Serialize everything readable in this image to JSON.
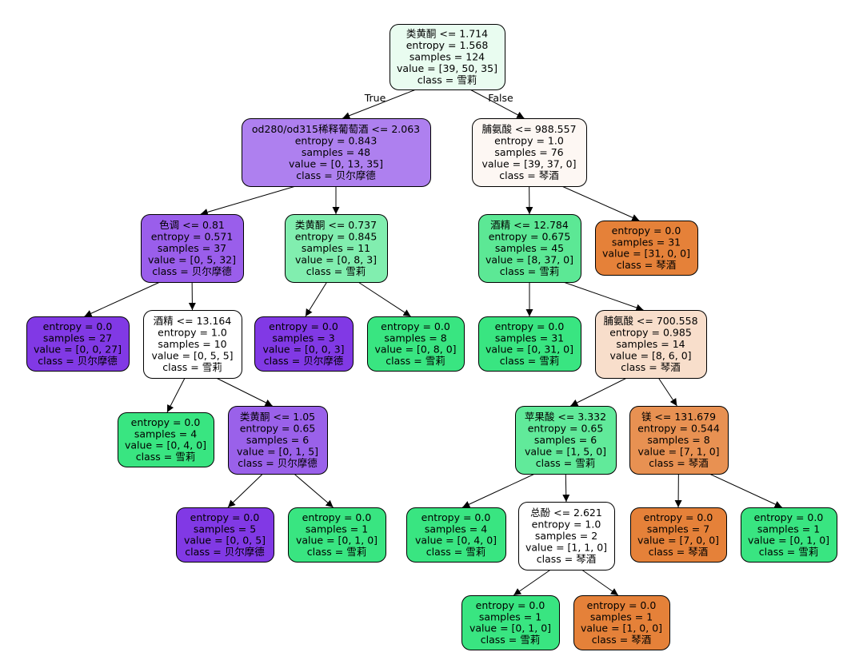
{
  "tree": {
    "nodes": [
      {
        "id": "n0",
        "fill": "#e9fcf0",
        "lines": [
          "类黄酮 <= 1.714",
          "entropy = 1.568",
          "samples = 124",
          "value = [39, 50, 35]",
          "class = 雪莉"
        ]
      },
      {
        "id": "n1",
        "fill": "#ae80ef",
        "lines": [
          "od280/od315稀释葡萄酒 <= 2.063",
          "entropy = 0.843",
          "samples = 48",
          "value = [0, 13, 35]",
          "class = 贝尔摩德"
        ]
      },
      {
        "id": "n2",
        "fill": "#fdf7f3",
        "lines": [
          "脯氨酸 <= 988.557",
          "entropy = 1.0",
          "samples = 76",
          "value = [39, 37, 0]",
          "class = 琴酒"
        ]
      },
      {
        "id": "n3",
        "fill": "#9a5eeb",
        "lines": [
          "色调 <= 0.81",
          "entropy = 0.571",
          "samples = 37",
          "value = [0, 5, 32]",
          "class = 贝尔摩德"
        ]
      },
      {
        "id": "n4",
        "fill": "#81eeaf",
        "lines": [
          "类黄酮 <= 0.737",
          "entropy = 0.845",
          "samples = 11",
          "value = [0, 8, 3]",
          "class = 雪莉"
        ]
      },
      {
        "id": "n5",
        "fill": "#5ce895",
        "lines": [
          "酒精 <= 12.784",
          "entropy = 0.675",
          "samples = 45",
          "value = [8, 37, 0]",
          "class = 雪莉"
        ]
      },
      {
        "id": "n6",
        "fill": "#e58139",
        "lines": [
          "entropy = 0.0",
          "samples = 31",
          "value = [31, 0, 0]",
          "class = 琴酒"
        ]
      },
      {
        "id": "n7",
        "fill": "#8139e5",
        "lines": [
          "entropy = 0.0",
          "samples = 27",
          "value = [0, 0, 27]",
          "class = 贝尔摩德"
        ]
      },
      {
        "id": "n8",
        "fill": "#ffffff",
        "lines": [
          "酒精 <= 13.164",
          "entropy = 1.0",
          "samples = 10",
          "value = [0, 5, 5]",
          "class = 雪莉"
        ]
      },
      {
        "id": "n9",
        "fill": "#8139e5",
        "lines": [
          "entropy = 0.0",
          "samples = 3",
          "value = [0, 0, 3]",
          "class = 贝尔摩德"
        ]
      },
      {
        "id": "n10",
        "fill": "#39e581",
        "lines": [
          "entropy = 0.0",
          "samples = 8",
          "value = [0, 8, 0]",
          "class = 雪莉"
        ]
      },
      {
        "id": "n11",
        "fill": "#39e581",
        "lines": [
          "entropy = 0.0",
          "samples = 31",
          "value = [0, 31, 0]",
          "class = 雪莉"
        ]
      },
      {
        "id": "n12",
        "fill": "#f8decb",
        "lines": [
          "脯氨酸 <= 700.558",
          "entropy = 0.985",
          "samples = 14",
          "value = [8, 6, 0]",
          "class = 琴酒"
        ]
      },
      {
        "id": "n13",
        "fill": "#39e581",
        "lines": [
          "entropy = 0.0",
          "samples = 4",
          "value = [0, 4, 0]",
          "class = 雪莉"
        ]
      },
      {
        "id": "n14",
        "fill": "#9a61ea",
        "lines": [
          "类黄酮 <= 1.05",
          "entropy = 0.65",
          "samples = 6",
          "value = [0, 1, 5]",
          "class = 贝尔摩德"
        ]
      },
      {
        "id": "n15",
        "fill": "#61ea9a",
        "lines": [
          "苹果酸 <= 3.332",
          "entropy = 0.65",
          "samples = 6",
          "value = [1, 5, 0]",
          "class = 雪莉"
        ]
      },
      {
        "id": "n16",
        "fill": "#e89152",
        "lines": [
          "镁 <= 131.679",
          "entropy = 0.544",
          "samples = 8",
          "value = [7, 1, 0]",
          "class = 琴酒"
        ]
      },
      {
        "id": "n17",
        "fill": "#8139e5",
        "lines": [
          "entropy = 0.0",
          "samples = 5",
          "value = [0, 0, 5]",
          "class = 贝尔摩德"
        ]
      },
      {
        "id": "n18",
        "fill": "#39e581",
        "lines": [
          "entropy = 0.0",
          "samples = 1",
          "value = [0, 1, 0]",
          "class = 雪莉"
        ]
      },
      {
        "id": "n19",
        "fill": "#39e581",
        "lines": [
          "entropy = 0.0",
          "samples = 4",
          "value = [0, 4, 0]",
          "class = 雪莉"
        ]
      },
      {
        "id": "n20",
        "fill": "#ffffff",
        "lines": [
          "总酚 <= 2.621",
          "entropy = 1.0",
          "samples = 2",
          "value = [1, 1, 0]",
          "class = 琴酒"
        ]
      },
      {
        "id": "n21",
        "fill": "#e58139",
        "lines": [
          "entropy = 0.0",
          "samples = 7",
          "value = [7, 0, 0]",
          "class = 琴酒"
        ]
      },
      {
        "id": "n22",
        "fill": "#39e581",
        "lines": [
          "entropy = 0.0",
          "samples = 1",
          "value = [0, 1, 0]",
          "class = 雪莉"
        ]
      },
      {
        "id": "n23",
        "fill": "#39e581",
        "lines": [
          "entropy = 0.0",
          "samples = 1",
          "value = [0, 1, 0]",
          "class = 雪莉"
        ]
      },
      {
        "id": "n24",
        "fill": "#e58139",
        "lines": [
          "entropy = 0.0",
          "samples = 1",
          "value = [1, 0, 0]",
          "class = 琴酒"
        ]
      }
    ],
    "edges": [
      {
        "from": "n0",
        "to": "n1",
        "label": "True"
      },
      {
        "from": "n0",
        "to": "n2",
        "label": "False"
      },
      {
        "from": "n1",
        "to": "n3",
        "label": ""
      },
      {
        "from": "n1",
        "to": "n4",
        "label": ""
      },
      {
        "from": "n2",
        "to": "n5",
        "label": ""
      },
      {
        "from": "n2",
        "to": "n6",
        "label": ""
      },
      {
        "from": "n3",
        "to": "n7",
        "label": ""
      },
      {
        "from": "n3",
        "to": "n8",
        "label": ""
      },
      {
        "from": "n4",
        "to": "n9",
        "label": ""
      },
      {
        "from": "n4",
        "to": "n10",
        "label": ""
      },
      {
        "from": "n5",
        "to": "n11",
        "label": ""
      },
      {
        "from": "n5",
        "to": "n12",
        "label": ""
      },
      {
        "from": "n8",
        "to": "n13",
        "label": ""
      },
      {
        "from": "n8",
        "to": "n14",
        "label": ""
      },
      {
        "from": "n12",
        "to": "n15",
        "label": ""
      },
      {
        "from": "n12",
        "to": "n16",
        "label": ""
      },
      {
        "from": "n14",
        "to": "n17",
        "label": ""
      },
      {
        "from": "n14",
        "to": "n18",
        "label": ""
      },
      {
        "from": "n15",
        "to": "n19",
        "label": ""
      },
      {
        "from": "n15",
        "to": "n20",
        "label": ""
      },
      {
        "from": "n16",
        "to": "n21",
        "label": ""
      },
      {
        "from": "n16",
        "to": "n22",
        "label": ""
      },
      {
        "from": "n20",
        "to": "n23",
        "label": ""
      },
      {
        "from": "n20",
        "to": "n24",
        "label": ""
      }
    ]
  }
}
